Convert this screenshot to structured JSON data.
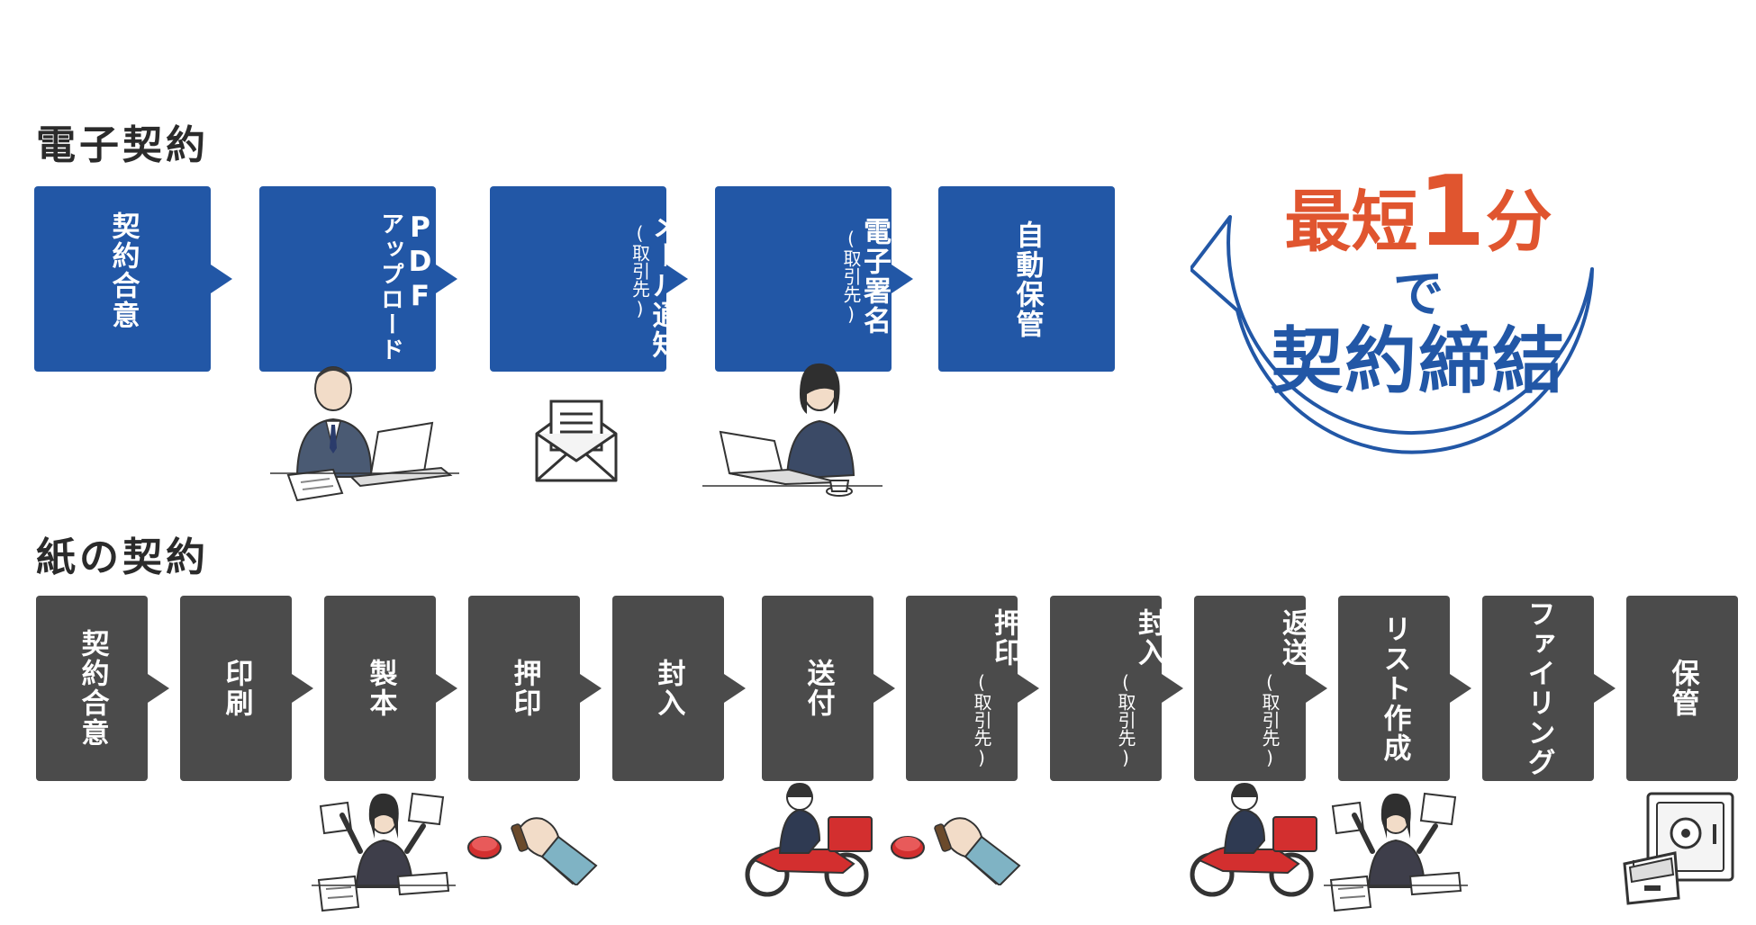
{
  "electronic": {
    "title": "電子契約",
    "steps": [
      {
        "label": "契約合意"
      },
      {
        "label": "PDF",
        "label2": "アップロード"
      },
      {
        "label": "メール通知",
        "sub": "(取引先)"
      },
      {
        "label": "電子署名",
        "sub": "(取引先)"
      },
      {
        "label": "自動保管"
      }
    ]
  },
  "bubble": {
    "line1_a": "最短",
    "line1_b": "1",
    "line1_c": "分",
    "line2": "で",
    "line3": "契約締結"
  },
  "paper": {
    "title": "紙の契約",
    "steps": [
      {
        "label": "契約合意"
      },
      {
        "label": "印刷"
      },
      {
        "label": "製本"
      },
      {
        "label": "押印"
      },
      {
        "label": "封入"
      },
      {
        "label": "送付"
      },
      {
        "label": "押印",
        "sub": "(取引先)"
      },
      {
        "label": "封入",
        "sub": "(取引先)"
      },
      {
        "label": "返送",
        "sub": "(取引先)"
      },
      {
        "label": "リスト作成"
      },
      {
        "label": "ファイリング"
      },
      {
        "label": "保管"
      }
    ]
  },
  "colors": {
    "electronic_box": "#2257a6",
    "paper_box": "#4b4b4b",
    "accent_red": "#e0552f",
    "accent_blue": "#2257a6"
  },
  "icons": [
    "businessman-laptop-icon",
    "envelope-icon",
    "woman-laptop-icon",
    "stressed-woman-icon",
    "stamp-hand-icon",
    "delivery-scooter-icon",
    "safe-filing-icon"
  ]
}
